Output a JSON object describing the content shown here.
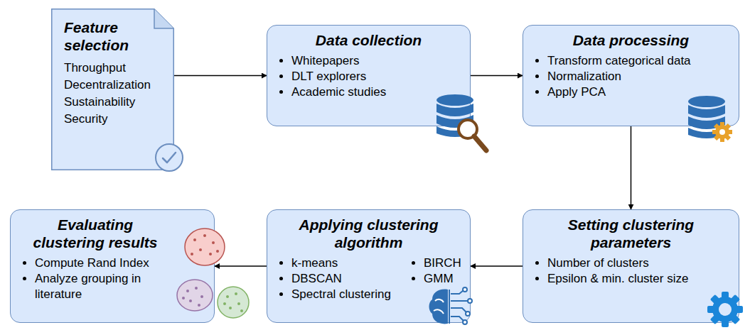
{
  "diagram": {
    "nodes": [
      {
        "text": [
          "Feature selection",
          "Throughput",
          "Decentralization",
          "Sustainability",
          "Security"
        ]
      },
      {
        "text": [
          "Data collection",
          "Whitepapers",
          "DLT explorers",
          "Academic studies"
        ]
      },
      {
        "text": [
          "Data processing",
          "Transform categorical data",
          "Normalization",
          "Apply PCA"
        ]
      },
      {
        "text": [
          "Setting clustering parameters",
          "Number of clusters",
          "Epsilon & min. cluster size"
        ]
      },
      {
        "text": [
          "Applying clustering algorithm",
          "k-means",
          "DBSCAN",
          "Spectral clustering",
          "BIRCH",
          "GMM"
        ]
      },
      {
        "text": [
          "Evaluating clustering results",
          "Compute Rand Index",
          "Analyze grouping in literature"
        ]
      }
    ],
    "edges": [
      {
        "from": 0,
        "to": 1,
        "arrow": "to"
      },
      {
        "from": 1,
        "to": 2,
        "arrow": "to"
      },
      {
        "from": 2,
        "to": 3,
        "arrow": "to"
      },
      {
        "from": 3,
        "to": 4,
        "arrow": "to"
      },
      {
        "from": 4,
        "to": 5,
        "arrow": "to"
      }
    ]
  }
}
